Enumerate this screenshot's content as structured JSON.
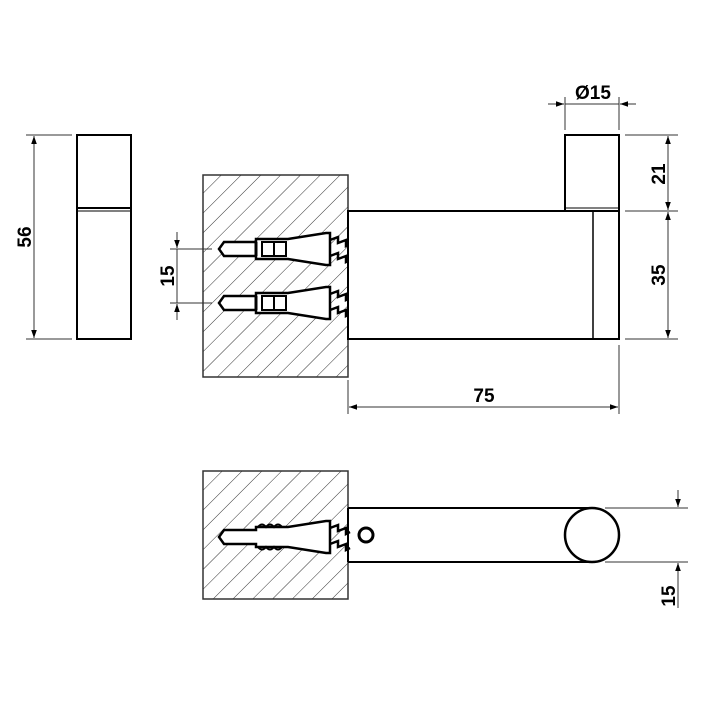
{
  "drawing": {
    "type": "technical-drawing",
    "subject": "wall-mounted single robe hook",
    "views": [
      "side-view",
      "front-view-with-wall-section",
      "top-view-with-wall-section"
    ]
  },
  "dimensions": {
    "side_height": "56",
    "anchor_spacing": "15",
    "hook_diameter": "Ø15",
    "hook_post_height": "21",
    "body_height": "35",
    "body_length": "75",
    "top_view_width": "15"
  },
  "colors": {
    "line": "#000000",
    "dim_line": "#333333",
    "background": "#ffffff"
  }
}
